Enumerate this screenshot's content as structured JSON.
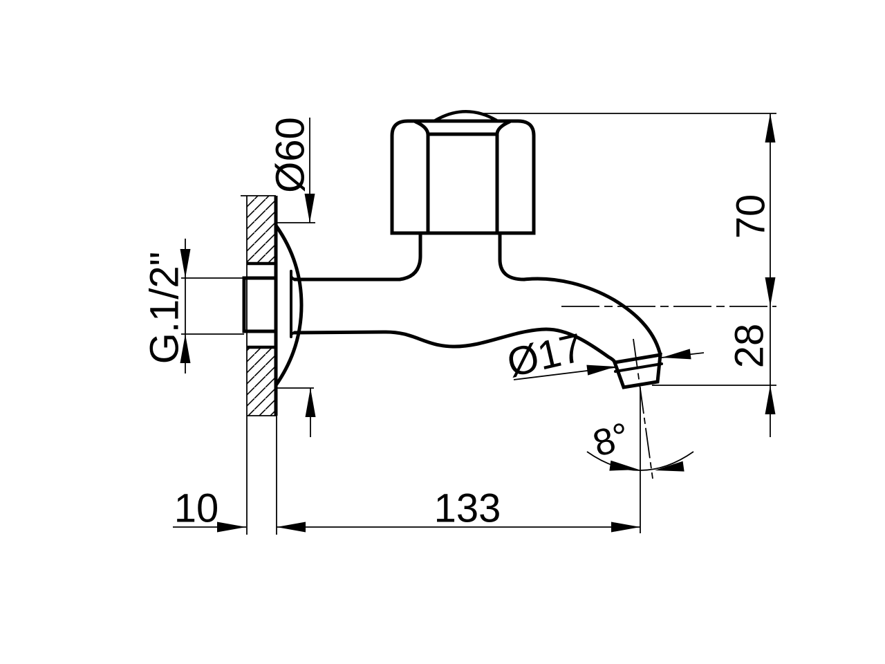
{
  "drawing": {
    "kind": "technical dimension drawing",
    "subject": "wall-mounted bib tap (faucet), side elevation",
    "line_color": "#000000",
    "background_color": "#ffffff",
    "dimensions": {
      "flange_diameter": "Ø60",
      "inlet_thread": "G.1/2\"",
      "wall_to_axis_height": "70",
      "axis_to_outlet_drop": "28",
      "spout_outlet_diameter": "Ø17",
      "outlet_tilt_angle": "8°",
      "wall_plate_depth": "10",
      "spout_reach": "133"
    }
  }
}
